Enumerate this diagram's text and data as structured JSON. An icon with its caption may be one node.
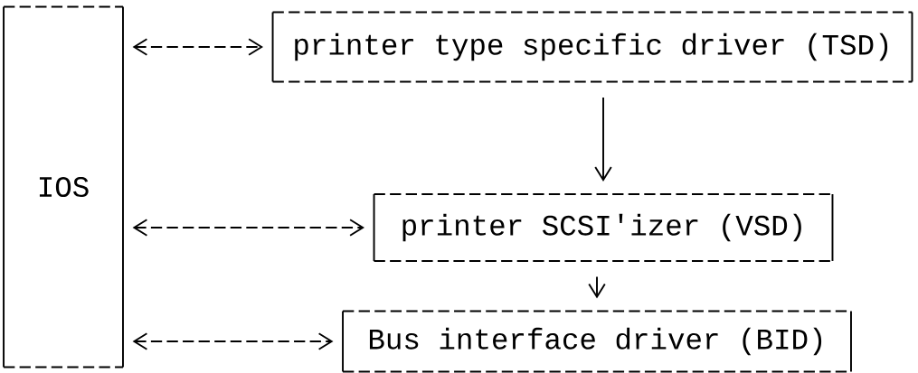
{
  "diagram": {
    "nodes": [
      {
        "text": [
          "IOS"
        ]
      },
      {
        "text": [
          "printer type specific driver (TSD)"
        ]
      },
      {
        "text": [
          "printer SCSI'izer (VSD)"
        ]
      },
      {
        "text": [
          "Bus interface driver (BID)"
        ]
      }
    ],
    "edges": [
      {
        "from": 0,
        "to": 1,
        "arrow": "both",
        "style": "dashed"
      },
      {
        "from": 1,
        "to": 2,
        "arrow": "to"
      },
      {
        "from": 0,
        "to": 2,
        "arrow": "both",
        "style": "dashed"
      },
      {
        "from": 2,
        "to": 3,
        "arrow": "to"
      },
      {
        "from": 0,
        "to": 3,
        "arrow": "both",
        "style": "dashed"
      }
    ]
  }
}
